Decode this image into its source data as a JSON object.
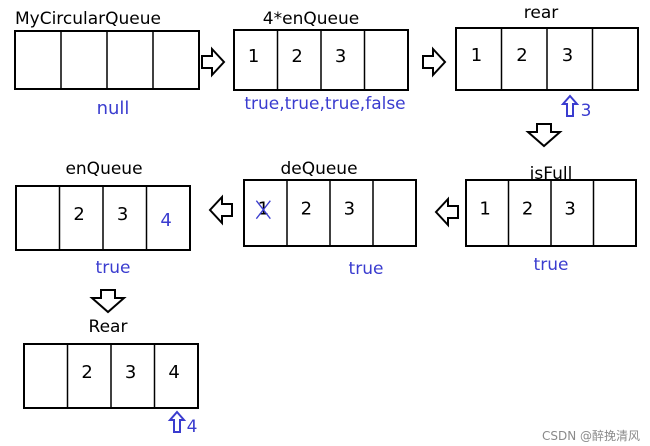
{
  "watermark": "CSDN @醉挽清风",
  "steps": [
    {
      "id": "init",
      "title": "MyCircularQueue",
      "cells": [
        "",
        "",
        "",
        ""
      ],
      "result": "null",
      "pointer": null,
      "crossed": null
    },
    {
      "id": "enqueue4",
      "title": "4*enQueue",
      "cells": [
        "1",
        "2",
        "3",
        ""
      ],
      "result": "true,true,true,false",
      "pointer": null,
      "crossed": null
    },
    {
      "id": "rear",
      "title": "rear",
      "cells": [
        "1",
        "2",
        "3",
        ""
      ],
      "result": "",
      "pointer": {
        "cell": 2,
        "label": "3"
      },
      "crossed": null
    },
    {
      "id": "isfull",
      "title": "isFull",
      "cells": [
        "1",
        "2",
        "3",
        ""
      ],
      "result": "true",
      "pointer": null,
      "crossed": null
    },
    {
      "id": "dequeue",
      "title": "deQueue",
      "cells": [
        "1",
        "2",
        "3",
        ""
      ],
      "result": "true",
      "pointer": null,
      "crossed": 0
    },
    {
      "id": "enqueue",
      "title": "enQueue",
      "cells": [
        "",
        "2",
        "3",
        "4"
      ],
      "result": "true",
      "pointer": null,
      "crossed": null,
      "added": 3
    },
    {
      "id": "rear2",
      "title": "Rear",
      "cells": [
        "",
        "2",
        "3",
        "4"
      ],
      "result": "",
      "pointer": {
        "cell": 3,
        "label": "4"
      },
      "crossed": null
    }
  ],
  "flow": [
    "init",
    "enqueue4",
    "rear",
    "isfull",
    "dequeue",
    "enqueue",
    "rear2"
  ]
}
